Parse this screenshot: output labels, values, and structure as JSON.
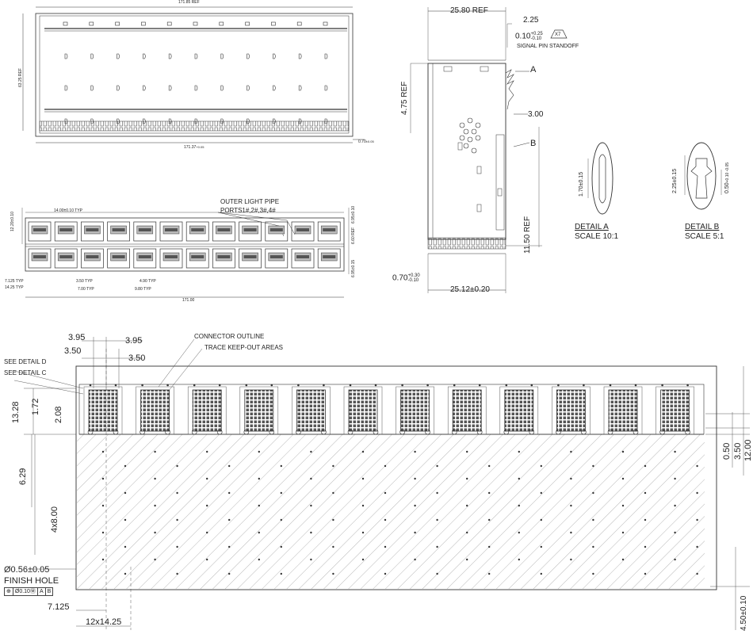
{
  "top_view": {
    "ref_top": "171.85 REF",
    "ref_left": "63.25 REF",
    "width_bottom": "171.37",
    "width_bottom_tol": "-0.10",
    "width_bottom_tol_plus": "+0.05",
    "right_dim": "0.70",
    "right_dim_tol": "±0.05"
  },
  "front_view": {
    "pitch": "14.00±0.10 TYP",
    "left_dim": "12.20±0.10",
    "light_pipe_label_1": "OUTER LIGHT PIPE",
    "light_pipe_label_2": "PORTS1#,2#,3#,4#",
    "right_top": "6.95±0.10",
    "right_mid": "6.60 REF",
    "right_bottom": "6.95±0.15",
    "d_7125": "7.125 TYP",
    "d_1425": "14.25 TYP",
    "d_350": "3.50 TYP",
    "d_700": "7.00 TYP",
    "d_490": "4.90 TYP",
    "d_980": "9.80 TYP",
    "overall": "171.00"
  },
  "side_view": {
    "width_ref": "25.80 REF",
    "d_225": "2.25",
    "standoff_val": "0.10",
    "standoff_tol_top": "+0.25",
    "standoff_tol_bot": "-0.10",
    "standoff_label": "SIGNAL PIN STANDOFF",
    "standoff_symbol": "X7",
    "height_475": "4.75 REF",
    "d_300": "3.00",
    "label_a": "A",
    "label_b": "B",
    "height_1150": "11.50 REF",
    "bottom_left": "0.70",
    "bottom_left_tol_top": "+0.30",
    "bottom_left_tol_bot": "-0.10",
    "bottom_width": "25.12±0.20"
  },
  "details": {
    "a_dim": "1.70±0.15",
    "a_title": "DETAIL A",
    "a_scale": "SCALE 10:1",
    "b_dim": "2.25±0.15",
    "b_dim2": "0.50",
    "b_dim2_tol": "+0.10 -0.05",
    "b_title": "DETAIL B",
    "b_scale": "SCALE 5:1"
  },
  "footprint": {
    "d_395_a": "3.95",
    "d_395_b": "3.95",
    "d_350_a": "3.50",
    "d_350_b": "3.50",
    "connector_outline": "CONNECTOR OUTLINE",
    "trace_keepout": "TRACE KEEP-OUT  AREAS",
    "see_detail_d": "SEE DETAIL D",
    "see_detail_c": "SEE DETAIL C",
    "d_1328": "13.28",
    "d_172": "1.72",
    "d_208": "2.08",
    "d_629": "6.29",
    "d_4x8": "4x8.00",
    "hole": "Ø0.56±0.05",
    "finish": "FINISH HOLE",
    "gdt": [
      "⊕",
      "Ø0.10Ⓜ",
      "A",
      "B"
    ],
    "d_7125": "7.125",
    "d_12x": "12x14.25",
    "r_050": "0.50",
    "r_350": "3.50",
    "r_1200": "12.00",
    "r_450": "4.50±0.10"
  }
}
